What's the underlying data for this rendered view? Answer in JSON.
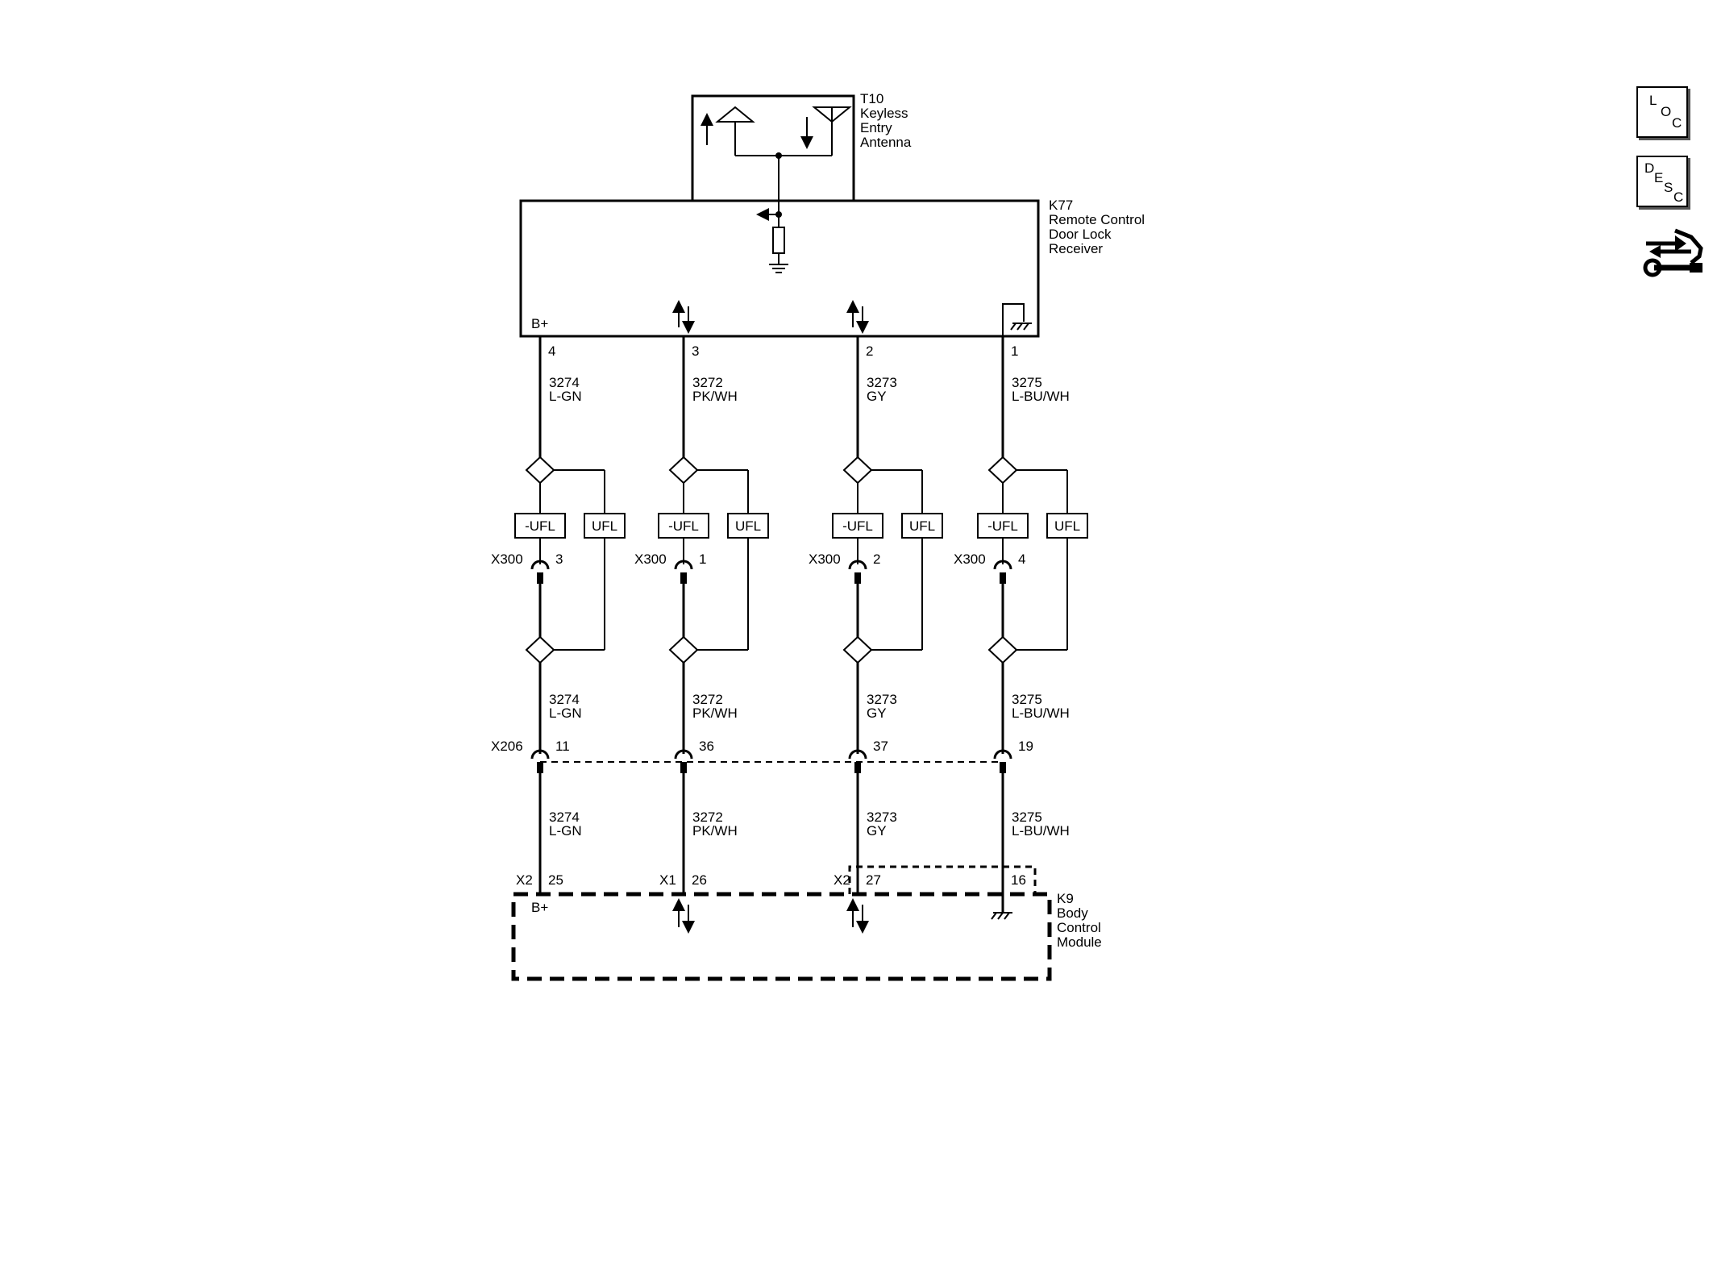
{
  "components": {
    "antenna": {
      "ref": "T10",
      "name": [
        "Keyless",
        "Entry",
        "Antenna"
      ]
    },
    "receiver": {
      "ref": "K77",
      "name": [
        "Remote Control",
        "Door Lock",
        "Receiver"
      ],
      "b_plus": "B+"
    },
    "bcm": {
      "ref": "K9",
      "name": [
        "Body",
        "Control",
        "Module"
      ],
      "b_plus": "B+"
    }
  },
  "circuits": [
    {
      "k77_pin": "4",
      "circuit": "3274",
      "color": "L-GN",
      "x300_pin": "3",
      "x206_pin": "11",
      "bcm_conn": "X2",
      "bcm_pin": "25"
    },
    {
      "k77_pin": "3",
      "circuit": "3272",
      "color": "PK/WH",
      "x300_pin": "1",
      "x206_pin": "36",
      "bcm_conn": "X1",
      "bcm_pin": "26"
    },
    {
      "k77_pin": "2",
      "circuit": "3273",
      "color": "GY",
      "x300_pin": "2",
      "x206_pin": "37",
      "bcm_conn": "X2",
      "bcm_pin": "27"
    },
    {
      "k77_pin": "1",
      "circuit": "3275",
      "color": "L-BU/WH",
      "x300_pin": "4",
      "x206_pin": "19",
      "bcm_conn": "",
      "bcm_pin": "16"
    }
  ],
  "connectors": {
    "x300": "X300",
    "x206": "X206"
  },
  "options": {
    "not_ufl": "-UFL",
    "ufl": "UFL"
  },
  "side_buttons": {
    "loc": [
      "L",
      "O",
      "C"
    ],
    "desc": [
      "D",
      "E",
      "S",
      "C"
    ]
  }
}
